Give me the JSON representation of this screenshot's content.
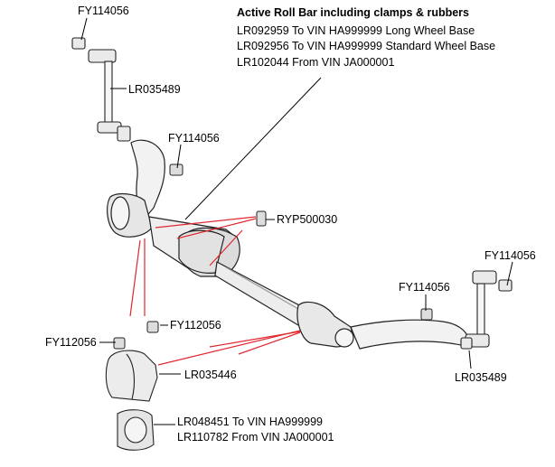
{
  "heading": {
    "title": "Active Roll Bar including clamps & rubbers",
    "lines": [
      "LR092959 To VIN HA999999 Long Wheel Base",
      "LR092956 To VIN HA999999 Standard Wheel  Base",
      "LR102044 From VIN JA000001"
    ]
  },
  "callouts": {
    "nut_top_left": "FY114056",
    "link_left": "LR035489",
    "nut_upper_mid": "FY114056",
    "bolt_clamp": "RYP500030",
    "nut_right_top": "FY114056",
    "nut_right_mid": "FY114056",
    "link_right": "LR035489",
    "nut_clamp_a": "FY112056",
    "nut_clamp_b": "FY112056",
    "clamp": "LR035446",
    "bush_lines": [
      "LR048451 To VIN HA999999",
      "LR110782 From VIN JA000001"
    ]
  },
  "colors": {
    "leader_red": "#e0282f",
    "leader_black": "#000000",
    "part_fill": "#f2f2f2",
    "part_shade": "#cfcfcf",
    "part_stroke": "#222222"
  }
}
